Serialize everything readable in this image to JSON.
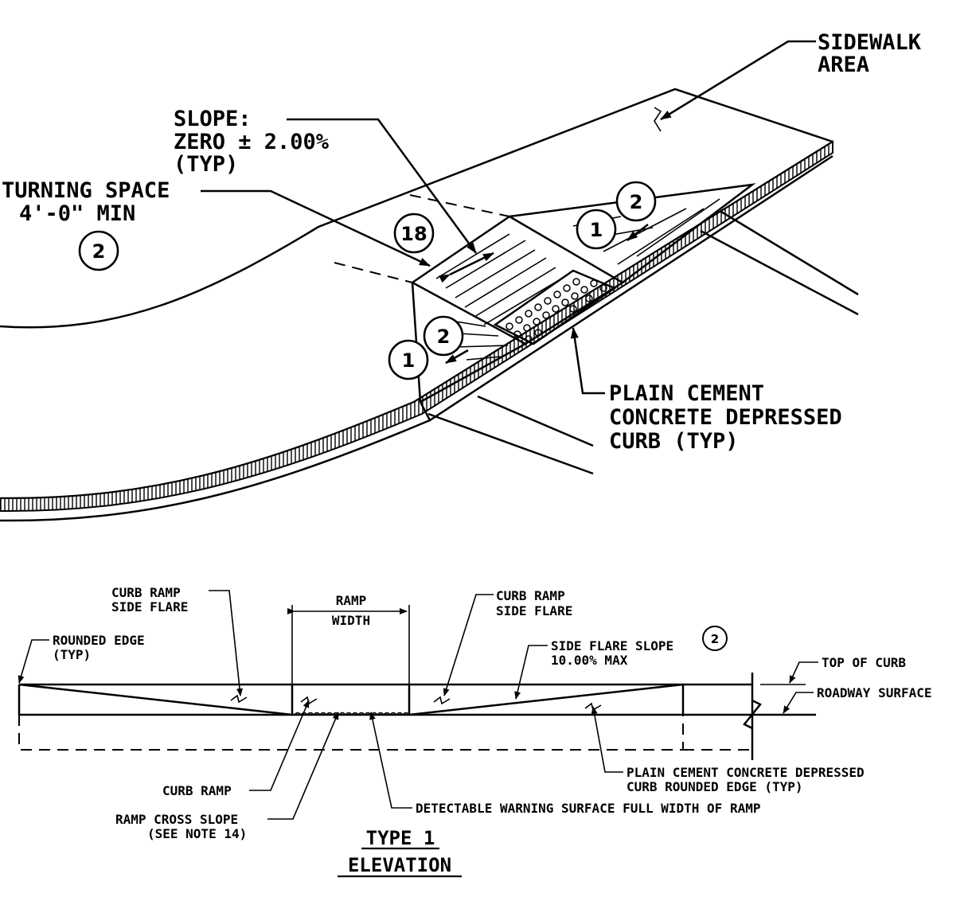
{
  "isometric": {
    "labels": {
      "sidewalk_1": "SIDEWALK",
      "sidewalk_2": "AREA",
      "slope_1": "SLOPE:",
      "slope_2": "ZERO ± 2.00%",
      "slope_3": "(TYP)",
      "turning_1": "TURNING SPACE",
      "turning_2": "4'-0\" MIN",
      "curb_1": "PLAIN CEMENT",
      "curb_2": "CONCRETE DEPRESSED",
      "curb_3": "CURB (TYP)"
    },
    "circles": {
      "c_2_turn": "2",
      "c_18": "18",
      "c_1_right": "1",
      "c_2_right": "2",
      "c_1_left": "1",
      "c_2_left": "2"
    }
  },
  "elevation": {
    "labels": {
      "flare_left_1": "CURB RAMP",
      "flare_left_2": "SIDE FLARE",
      "ramp_width_1": "RAMP",
      "ramp_width_2": "WIDTH",
      "flare_right_1": "CURB RAMP",
      "flare_right_2": "SIDE FLARE",
      "rounded_1": "ROUNDED EDGE",
      "rounded_2": "(TYP)",
      "side_slope_1": "SIDE FLARE SLOPE",
      "side_slope_2": "10.00% MAX",
      "top_curb": "TOP OF CURB",
      "roadway": "ROADWAY SURFACE",
      "pcc_1": "PLAIN CEMENT CONCRETE DEPRESSED",
      "pcc_2": "CURB ROUNDED EDGE (TYP)",
      "curb_ramp": "CURB RAMP",
      "cross_1": "RAMP CROSS SLOPE",
      "cross_2": "(SEE NOTE 14)",
      "dws": "DETECTABLE WARNING SURFACE FULL WIDTH OF RAMP"
    },
    "circles": {
      "c_2_slope": "2"
    },
    "title_1": "TYPE 1",
    "title_2": "ELEVATION"
  }
}
